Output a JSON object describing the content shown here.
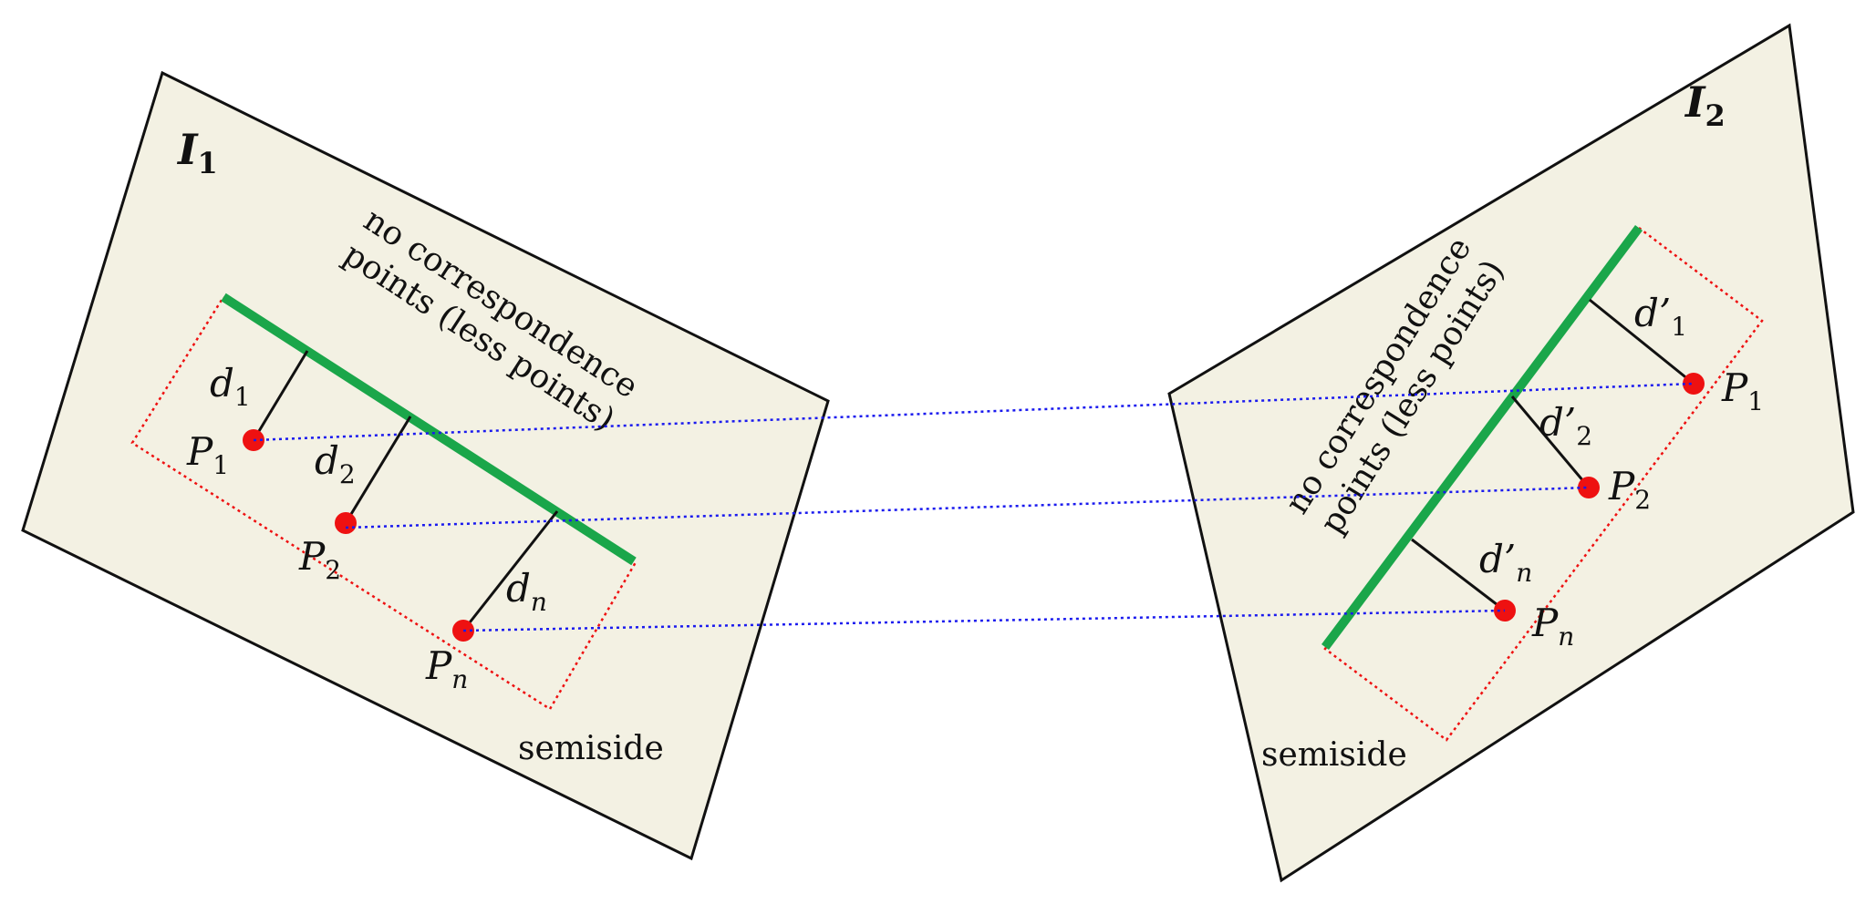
{
  "left_image": {
    "label": "I",
    "label_sub": "1",
    "region_note_line1": "no correspondence",
    "region_note_line2": "points (less points)",
    "semiside": "semiside",
    "points": [
      {
        "name": "P",
        "sub": "1",
        "dist": "d",
        "dist_sub": "1"
      },
      {
        "name": "P",
        "sub": "2",
        "dist": "d",
        "dist_sub": "2"
      },
      {
        "name": "P",
        "sub": "n",
        "dist": "d",
        "dist_sub": "n"
      }
    ]
  },
  "right_image": {
    "label": "I",
    "label_sub": "2",
    "region_note_line1": "no correspondence",
    "region_note_line2": "points (less points)",
    "semiside": "semiside",
    "points": [
      {
        "name": "P",
        "sub": "1",
        "dist": "d’",
        "dist_sub": "1"
      },
      {
        "name": "P",
        "sub": "2",
        "dist": "d’",
        "dist_sub": "2"
      },
      {
        "name": "P",
        "sub": "n",
        "dist": "d’",
        "dist_sub": "n"
      }
    ]
  },
  "colors": {
    "plane_fill": "#f3f1e3",
    "plane_stroke": "#111111",
    "line": "#1aa64a",
    "point": "#ee1111",
    "correspondence": "#1a1aee",
    "semiside_box": "#ee1111"
  }
}
